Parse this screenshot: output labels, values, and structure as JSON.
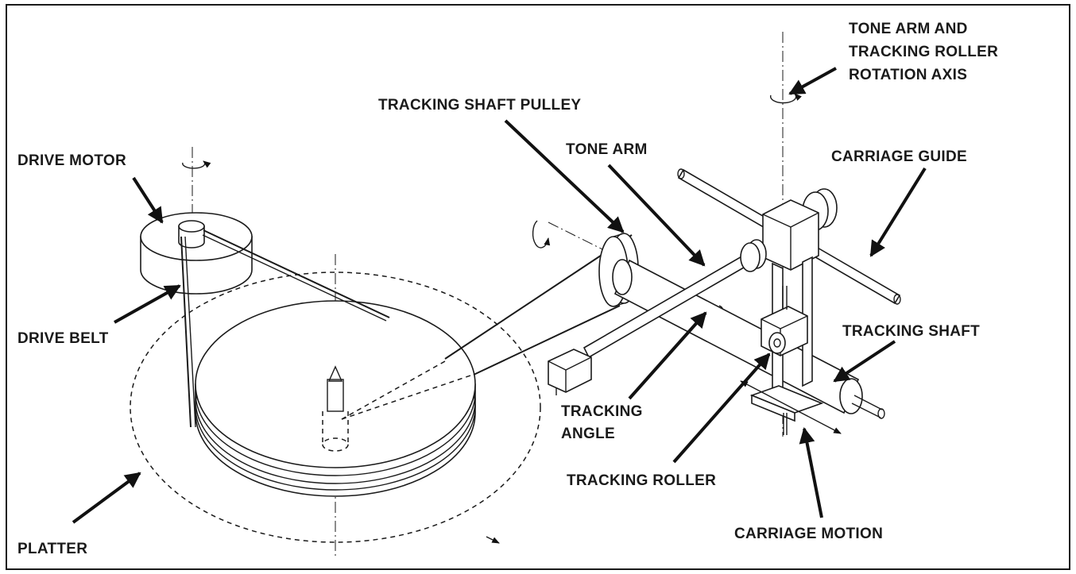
{
  "labels": {
    "rotation_axis": [
      "TONE ARM AND",
      "TRACKING ROLLER",
      "ROTATION AXIS"
    ],
    "tracking_shaft_pulley": "TRACKING SHAFT PULLEY",
    "tone_arm": "TONE ARM",
    "carriage_guide": "CARRIAGE GUIDE",
    "drive_motor": "DRIVE MOTOR",
    "drive_belt": "DRIVE BELT",
    "tracking_shaft": "TRACKING SHAFT",
    "tracking_angle": [
      "TRACKING",
      "ANGLE"
    ],
    "tracking_roller": "TRACKING ROLLER",
    "carriage_motion": "CARRIAGE MOTION",
    "platter": "PLATTER"
  }
}
